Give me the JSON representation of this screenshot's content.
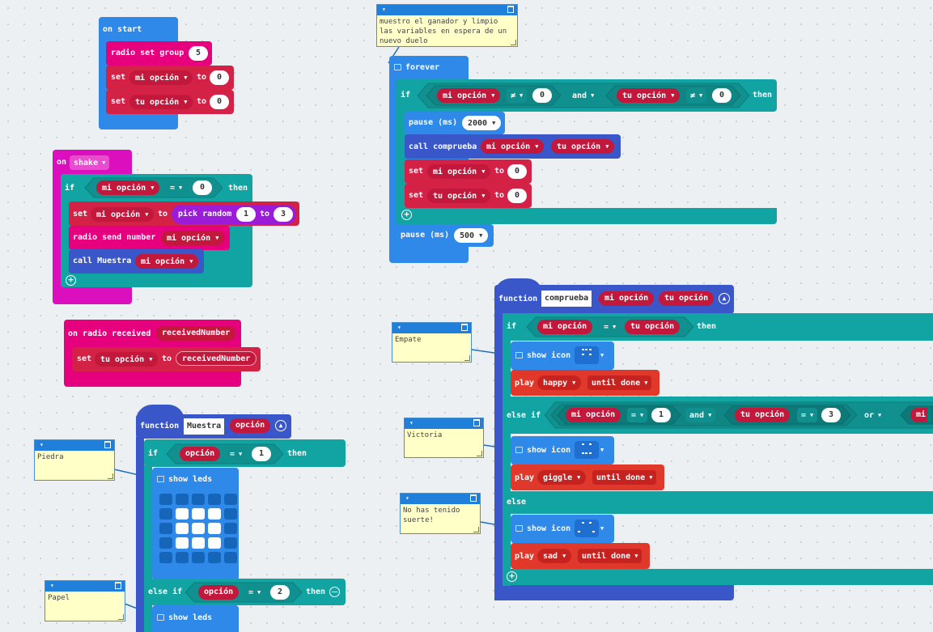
{
  "colors": {
    "loops": "#2f89e8",
    "functions": "#3a57c9",
    "radio": "#e6007e",
    "input": "#dc0fbf",
    "logic": "#12a4a3",
    "variables": "#d32245",
    "music": "#e0382b",
    "math": "#9a1cd8",
    "comment": "#ffffc8"
  },
  "on_start": {
    "title": "on start",
    "radio_set_group": "radio set group",
    "group_value": "5",
    "set": "set",
    "to": "to",
    "var1": "mi opción",
    "var2": "tu opción",
    "zero": "0"
  },
  "on_shake": {
    "on": "on",
    "event": "shake",
    "if": "if",
    "var": "mi opción",
    "op": "=",
    "zero": "0",
    "then": "then",
    "set": "set",
    "to": "to",
    "pick_random": "pick random",
    "from": "1",
    "rto": "to",
    "upto": "3",
    "radio_send": "radio send number",
    "call": "call Muestra"
  },
  "on_radio": {
    "title": "on radio received",
    "param": "receivedNumber",
    "set": "set",
    "var": "tu opción",
    "to": "to",
    "value": "receivedNumber"
  },
  "fn_muestra": {
    "function": "function",
    "name": "Muestra",
    "param": "opción",
    "if": "if",
    "op": "=",
    "one": "1",
    "then": "then",
    "show_leds": "show leds",
    "else_if": "else if",
    "two": "2"
  },
  "forever": {
    "title": "forever",
    "if": "if",
    "var1": "mi opción",
    "ne": "≠",
    "zero": "0",
    "and": "and",
    "var2": "tu opción",
    "then": "then",
    "pause": "pause (ms)",
    "pause1": "2000",
    "call": "call comprueba",
    "set": "set",
    "to": "to",
    "pause2": "500"
  },
  "fn_comprueba": {
    "function": "function",
    "name": "comprueba",
    "param1": "mi opción",
    "param2": "tu opción",
    "if": "if",
    "eq": "=",
    "then": "then",
    "show_icon": "show icon",
    "play": "play",
    "until": "until done",
    "s1": "happy",
    "else_if": "else if",
    "one": "1",
    "and": "and",
    "three": "3",
    "or": "or",
    "cut": "mi",
    "s2": "giggle",
    "else": "else",
    "s3": "sad"
  },
  "comments": {
    "top": "muestro el ganador y limpio las variables en espera de un nuevo duelo",
    "empate": "Empate",
    "victoria": "Victoria",
    "suerte": "No has tenido suerte!",
    "piedra": "Piedra",
    "papel": "Papel"
  },
  "leds_piedra": [
    0,
    0,
    0,
    0,
    0,
    0,
    1,
    1,
    1,
    0,
    0,
    1,
    1,
    1,
    0,
    0,
    1,
    1,
    1,
    0,
    0,
    0,
    0,
    0,
    0
  ],
  "icon_empate": [
    0,
    1,
    1,
    1,
    0,
    0,
    1,
    0,
    1,
    0,
    0,
    0,
    0,
    0,
    0
  ],
  "icon_victoria": [
    0,
    1,
    0,
    1,
    0,
    0,
    0,
    0,
    0,
    0,
    0,
    1,
    1,
    1,
    0
  ],
  "icon_sad": [
    0,
    1,
    0,
    1,
    0,
    0,
    0,
    0,
    0,
    0,
    1,
    0,
    0,
    0,
    1
  ]
}
